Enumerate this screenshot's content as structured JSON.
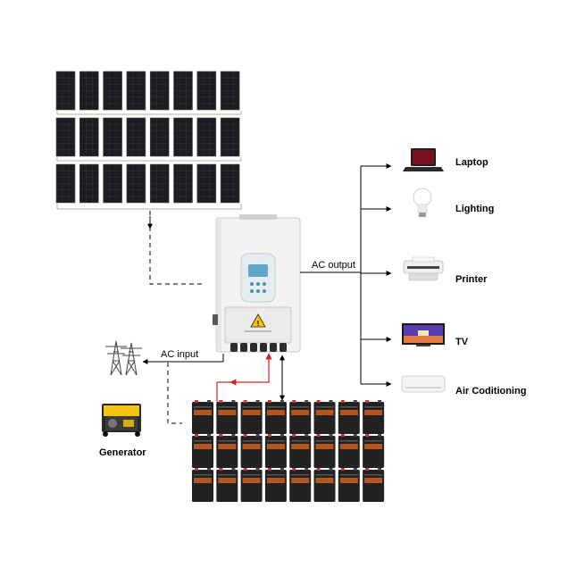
{
  "labels": {
    "ac_output": "AC output",
    "ac_input": "AC input",
    "generator": "Generator"
  },
  "loads": [
    {
      "label": "Laptop",
      "icon": "laptop-icon"
    },
    {
      "label": "Lighting",
      "icon": "light-bulb-icon"
    },
    {
      "label": "Printer",
      "icon": "printer-icon"
    },
    {
      "label": "TV",
      "icon": "tv-icon"
    },
    {
      "label": "Air Coditioning",
      "icon": "air-conditioner-icon"
    }
  ],
  "solar_array": {
    "rows": 3,
    "columns": 8
  },
  "battery_bank": {
    "rows": 3,
    "columns": 8
  },
  "colors": {
    "panel": "#1b1d22",
    "inverter_body": "#f2f2f2",
    "battery_body": "#222222",
    "battery_band": "#b5561f",
    "dc_link": "#d62020",
    "wire": "#000000"
  }
}
